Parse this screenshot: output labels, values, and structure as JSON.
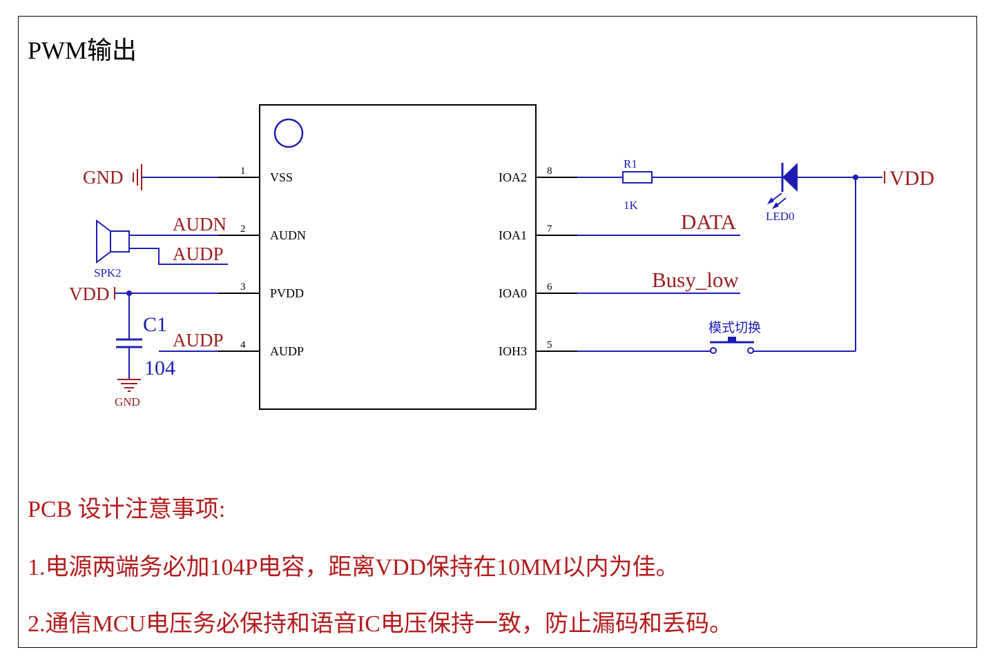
{
  "title": "PWM输出",
  "chip": {
    "left_pins": [
      {
        "num": "1",
        "name": "VSS"
      },
      {
        "num": "2",
        "name": "AUDN"
      },
      {
        "num": "3",
        "name": "PVDD"
      },
      {
        "num": "4",
        "name": "AUDP"
      }
    ],
    "right_pins": [
      {
        "num": "8",
        "name": "IOA2"
      },
      {
        "num": "7",
        "name": "IOA1"
      },
      {
        "num": "6",
        "name": "IOA0"
      },
      {
        "num": "5",
        "name": "IOH3"
      }
    ]
  },
  "nets": {
    "gnd_left": "GND",
    "audn": "AUDN",
    "audp_spk": "AUDP",
    "vdd_left": "VDD",
    "audp_pin4": "AUDP",
    "gnd_cap": "GND",
    "vdd_right": "VDD",
    "data": "DATA",
    "busy": "Busy_low"
  },
  "components": {
    "speaker": "SPK2",
    "capacitor_ref": "C1",
    "capacitor_value": "104",
    "resistor_ref": "R1",
    "resistor_value": "1K",
    "led_ref": "LED0",
    "switch_label": "模式切换"
  },
  "colors": {
    "wire": "#1c1cb4",
    "net_label": "#9b1c1c",
    "chip": "#000000"
  },
  "pcb_notes": {
    "title": "PCB  设计注意事项:",
    "note1": "1.电源两端务必加104P电容，距离VDD保持在10MM以内为佳。",
    "note2": "2.通信MCU电压务必保持和语音IC电压保持一致，防止漏码和丢码。"
  }
}
